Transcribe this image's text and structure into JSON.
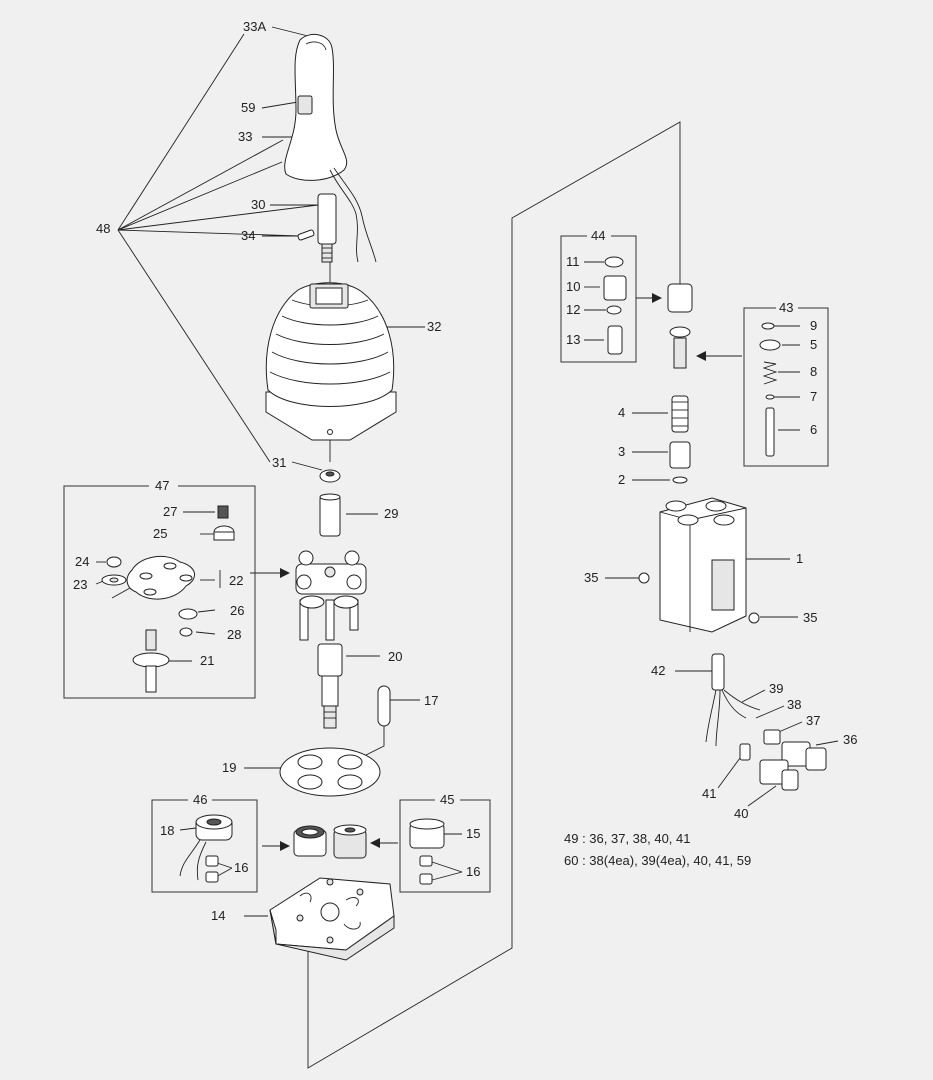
{
  "labels": {
    "l33A": "33A",
    "l59": "59",
    "l33": "33",
    "l48": "48",
    "l30": "30",
    "l34": "34",
    "l32": "32",
    "l31": "31",
    "l29": "29",
    "l47": "47",
    "l27": "27",
    "l25": "25",
    "l24": "24",
    "l23": "23",
    "l22": "22",
    "l26": "26",
    "l28": "28",
    "l21": "21",
    "l20": "20",
    "l17": "17",
    "l19": "19",
    "l46": "46",
    "l18": "18",
    "l16a": "16",
    "l45": "45",
    "l15": "15",
    "l16b": "16",
    "l14": "14",
    "l44": "44",
    "l11": "11",
    "l10": "10",
    "l12": "12",
    "l13": "13",
    "l43": "43",
    "l9": "9",
    "l5": "5",
    "l8": "8",
    "l7": "7",
    "l6": "6",
    "l4": "4",
    "l3": "3",
    "l2": "2",
    "l1": "1",
    "l35a": "35",
    "l35b": "35",
    "l42": "42",
    "l39": "39",
    "l38": "38",
    "l37": "37",
    "l36": "36",
    "l41": "41",
    "l40": "40"
  },
  "notes": {
    "n49": "49 : 36, 37, 38, 40, 41",
    "n60": "60 : 38(4ea), 39(4ea), 40, 41, 59"
  }
}
